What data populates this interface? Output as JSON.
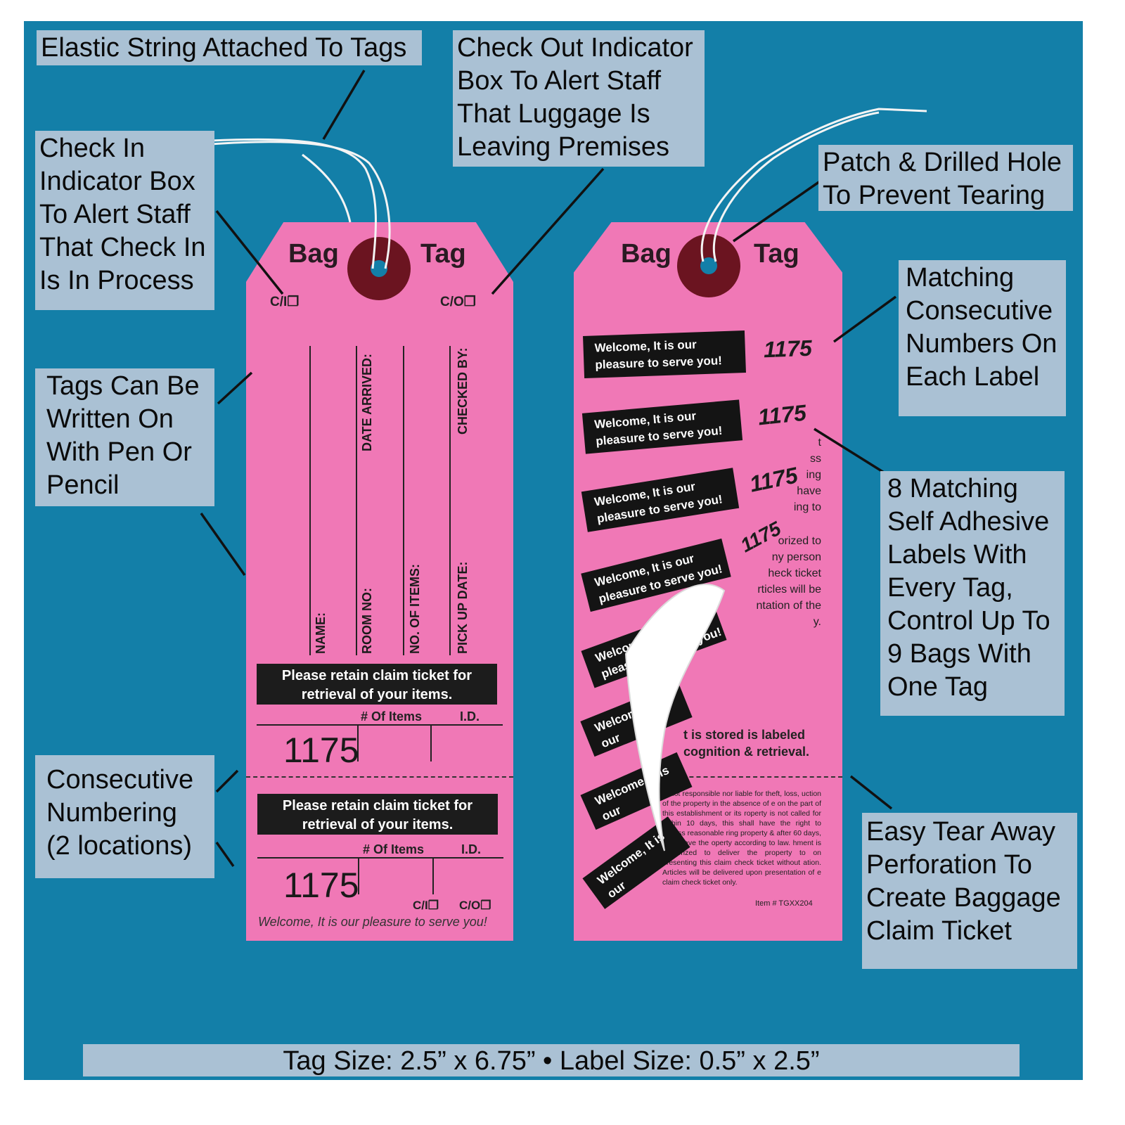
{
  "callouts": {
    "elastic_string": "Elastic String Attached To Tags",
    "check_out": "Check Out Indicator\nBox To Alert Staff\nThat Luggage Is\nLeaving Premises",
    "check_in": "Check In\nIndicator Box\nTo Alert Staff\nThat Check In\nIs In Process",
    "patch_hole": "Patch & Drilled Hole\nTo Prevent Tearing",
    "matching_numbers": "Matching\nConsecutive\nNumbers On\nEach Label",
    "write_on": "Tags Can Be\nWritten On\nWith Pen Or\nPencil",
    "adhesive_labels": "8 Matching\nSelf Adhesive\nLabels With\nEvery Tag,\nControl Up To\n9 Bags With\nOne Tag",
    "consecutive": "Consecutive\nNumbering\n(2 locations)",
    "tear_away": "Easy Tear Away\nPerforation To\nCreate Baggage\nClaim Ticket"
  },
  "size_footer": "Tag Size: 2.5” x 6.75” • Label Size: 0.5” x 2.5”",
  "tag": {
    "bag": "Bag",
    "tag": "Tag",
    "ci": "C/I❐",
    "co": "C/O❐",
    "fields": [
      "NAME:",
      "DATE ARRIVED:",
      "ROOM NO:",
      "NO. OF ITEMS:",
      "CHECKED BY:",
      "PICK UP DATE:"
    ],
    "claim_text": "Please retain claim ticket for\nretrieval of your items.",
    "items_header": "# Of Items",
    "id_header": "I.D.",
    "number": "1175",
    "welcome_italic": "Welcome, It is our pleasure to serve you!"
  },
  "labels": {
    "text": "Welcome, It is our\npleasure to serve you!",
    "number": "1175",
    "partial_texts": [
      "t",
      "ss",
      "ing",
      "have",
      "ing to",
      "orized to",
      "ny person",
      "heck ticket",
      "rticles will be",
      "ntation of the",
      "y."
    ],
    "stored_text": "t is stored is labeled\ncognition & retrieval.",
    "fine_print": "is not responsible nor liable for theft, loss, uction of the property in the absence of e on the part of this establishment or its roperty is not called for within 10 days, this shall have the right to assess reasonable ring property & after 60 days, shall have the operty according to law. hment is authorized to deliver the property to on presenting this claim check ticket without ation. Articles will be delivered upon presentation of e claim check ticket only.",
    "item_number": "Item # TGXX204"
  },
  "colors": {
    "background": "#137fa8",
    "callout": "#aac1d4",
    "tag_pink": "#f078b6",
    "grommet": "#6b1420"
  }
}
